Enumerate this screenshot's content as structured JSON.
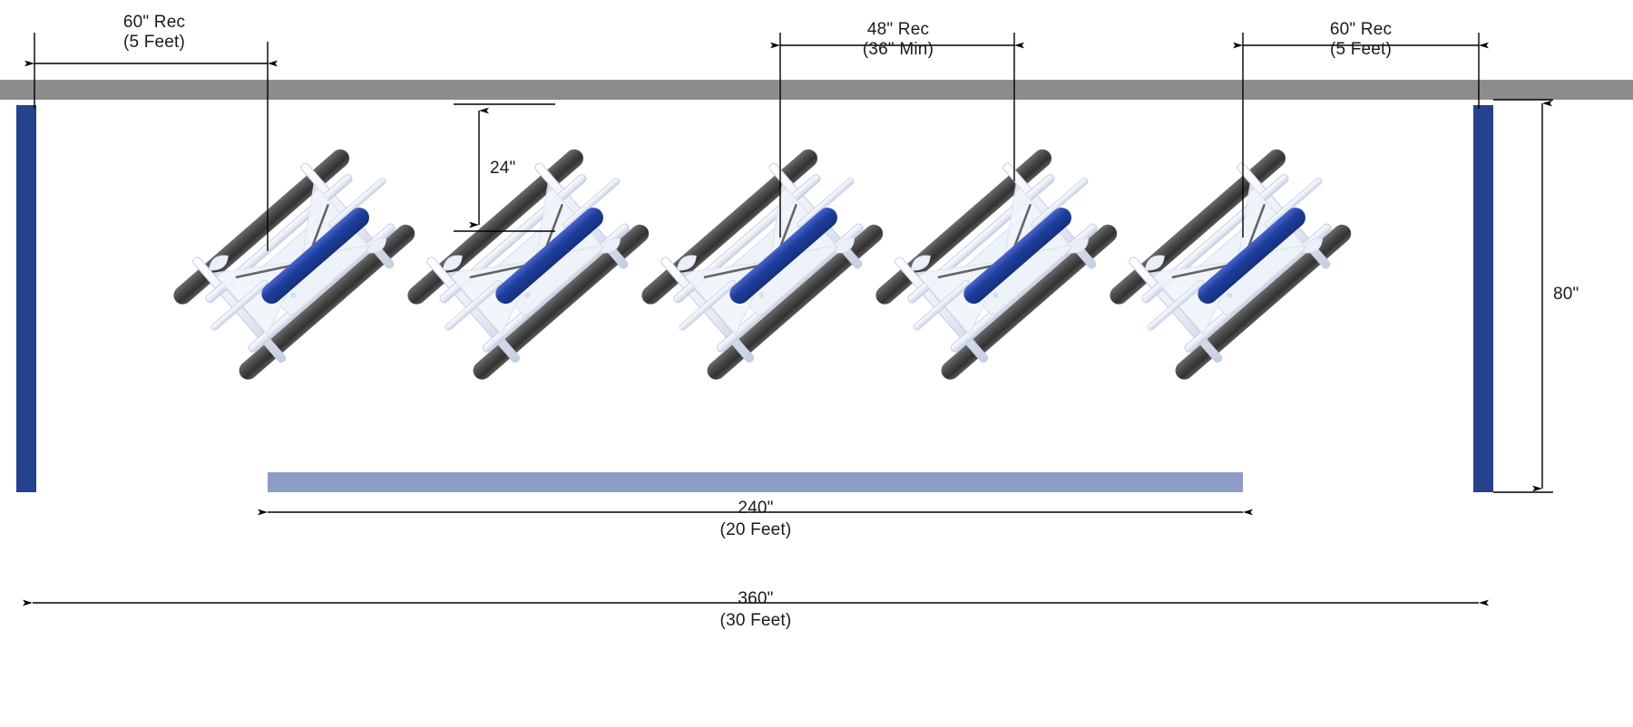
{
  "drawing": {
    "title": "Bike Rack Spacing Layout Elevation",
    "colors": {
      "ceiling_band": "#8c8c8c",
      "wall_post": "#25428e",
      "floor_rail": "#8e9dc6",
      "tire": "#3c3c3c",
      "rack_frame": "#e8ecf5",
      "rack_frame_shade": "#c9d2e4",
      "bike_bar": "#1f3f9e",
      "dimension_line": "#000000",
      "background": "#ffffff"
    }
  },
  "dimensions": {
    "left_clearance": {
      "primary": "60\" Rec",
      "secondary": "(5 Feet)"
    },
    "center_spacing": {
      "primary": "48\" Rec",
      "secondary": "(36\" Min)"
    },
    "right_clearance": {
      "primary": "60\" Rec",
      "secondary": "(5 Feet)"
    },
    "rack_height_offset": {
      "primary": "24\"",
      "secondary": ""
    },
    "wall_height": {
      "primary": "80\"",
      "secondary": ""
    },
    "rack_run_length": {
      "primary": "240\"",
      "secondary": "(20 Feet)"
    },
    "overall_length": {
      "primary": "360\"",
      "secondary": "(30 Feet)"
    }
  },
  "elements": {
    "ceiling_band_label": "ceiling-band",
    "left_wall_post_label": "left-wall-post",
    "right_wall_post_label": "right-wall-post",
    "floor_rail_label": "floor-rail",
    "bike_count": 5
  }
}
